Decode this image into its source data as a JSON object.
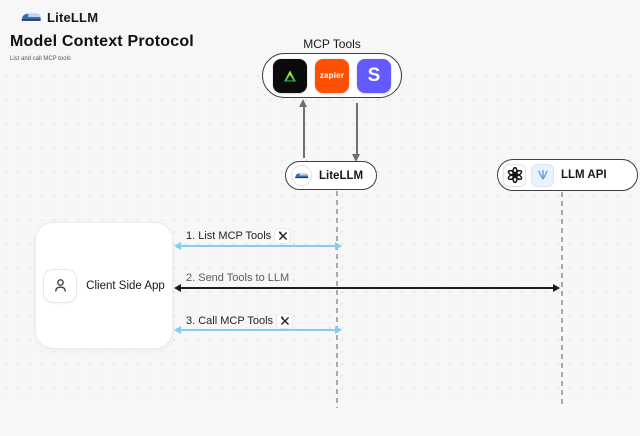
{
  "header": {
    "brand": "LiteLLM",
    "title": "Model Context Protocol",
    "subtitle": "List and call MCP tools"
  },
  "mcp_tools": {
    "label": "MCP Tools",
    "tools": [
      {
        "name": "green-triangle-tool",
        "bg": "#0b0b0c"
      },
      {
        "name": "zapier",
        "label": "zapier",
        "bg": "#ff4f00"
      },
      {
        "name": "stripe",
        "label": "S",
        "bg": "#635bff"
      }
    ]
  },
  "nodes": {
    "litellm": {
      "label": "LiteLLM"
    },
    "llm_api": {
      "label": "LLM API",
      "icons": [
        "openai-icon",
        "llm-provider-icon"
      ]
    },
    "client": {
      "label": "Client Side App"
    }
  },
  "flows": [
    {
      "label": "1. List MCP Tools",
      "icon": "hammer-wrench-icon",
      "color": "#85cdf1"
    },
    {
      "label": "2. Send Tools to LLM",
      "color": "#1c1c20"
    },
    {
      "label": "3. Call MCP Tools",
      "icon": "hammer-wrench-icon",
      "color": "#85cdf1"
    }
  ],
  "colors": {
    "background": "#f7f7f8",
    "node_border": "#3f3f46",
    "blue_arrow": "#85cdf1",
    "dark_arrow": "#1c1c20",
    "lifeline": "#a9a9ae",
    "zapier_orange": "#ff4f00",
    "stripe_purple": "#635bff"
  }
}
